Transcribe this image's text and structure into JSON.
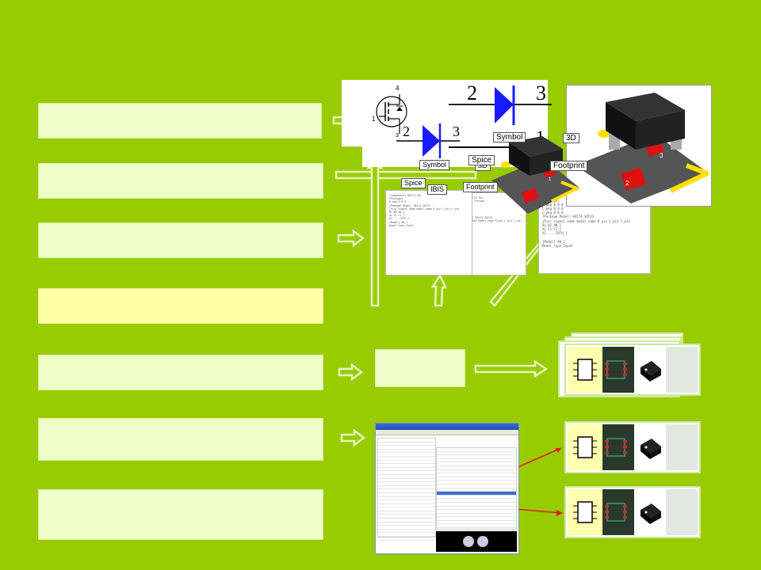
{
  "diagram": {
    "symbol_tags": [
      "Symbol",
      "Spice",
      "IBIS",
      "3D",
      "Footprint"
    ],
    "symbol_tags_front": [
      "Symbol",
      "Spice",
      "3D",
      "Footprint"
    ],
    "big_numbers": [
      "2",
      "3",
      "1"
    ],
    "small_numbers": [
      "4",
      "1",
      "3",
      "2",
      "3"
    ],
    "pad_numbers": [
      "1",
      "2",
      "3"
    ],
    "doc_lines": [
      "[Component]      RA174-1hn",
      "[Manufacturer]   Toshiba",
      "[Package]",
      "R_pkg   0     0     0",
      "L_pkg   0     0     0",
      "C_pkg   0     0     0",
      "[Package Model]  RA174_SOT23",
      "[Pin]  signal_name   model_name   R_pin L_pin C_pin",
      "B1       B2          AN_1",
      "A1       C1          C1_1",
      "A2       ...         CATH_1",
      "[Model]          AN_1",
      "Model_type       Input"
    ],
    "colors": {
      "background": "#99cc00",
      "box_fill": "#efffc8",
      "box_highlight": "#ffffa8",
      "arrow": "#e8f4c0",
      "diode_blue": "#1a1aff",
      "red_arrow": "#e02020"
    },
    "icons": [
      "mosfet-symbol-icon",
      "diode-symbol-icon",
      "sot23-3d-icon",
      "ic-symbol-icon",
      "pcb-footprint-icon",
      "chip-package-icon"
    ]
  }
}
